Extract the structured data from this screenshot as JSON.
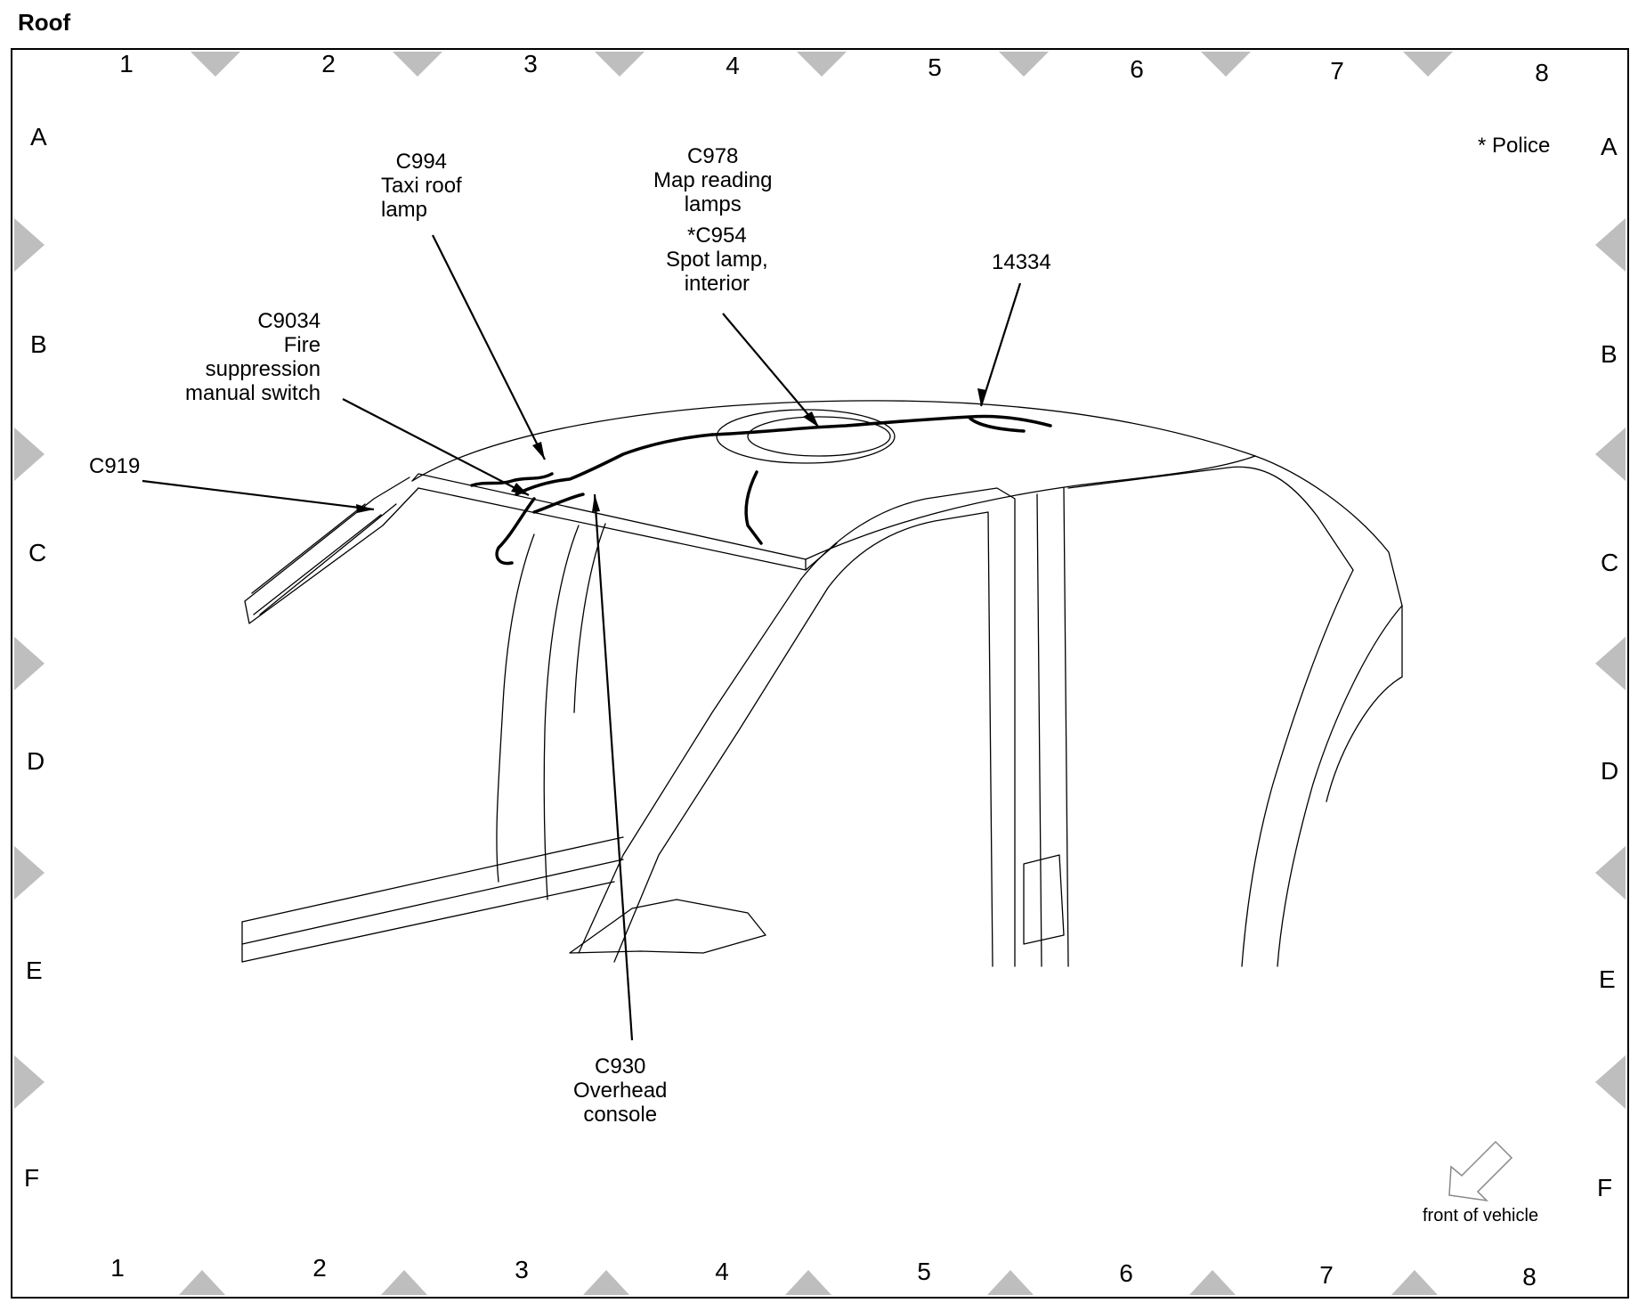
{
  "title": "Roof",
  "column_labels": [
    "1",
    "2",
    "3",
    "4",
    "5",
    "6",
    "7",
    "8"
  ],
  "row_labels": [
    "A",
    "B",
    "C",
    "D",
    "E",
    "F"
  ],
  "legend_note": "* Police",
  "callouts": {
    "c994": [
      "C994",
      "Taxi roof",
      "lamp"
    ],
    "c978": [
      "C978",
      "Map reading",
      "lamps"
    ],
    "c954": [
      "*C954",
      "Spot lamp,",
      "interior"
    ],
    "part_14334": [
      "14334"
    ],
    "c9034": [
      "C9034",
      "Fire",
      "suppression",
      "manual switch"
    ],
    "c919": [
      "C919"
    ],
    "c930": [
      "C930",
      "Overhead",
      "console"
    ]
  },
  "orientation": {
    "label": "front of vehicle",
    "icon": "arrow-down-left-icon"
  },
  "colors": {
    "line": "#000000",
    "marker": "#b3b3b3",
    "background": "#ffffff"
  }
}
